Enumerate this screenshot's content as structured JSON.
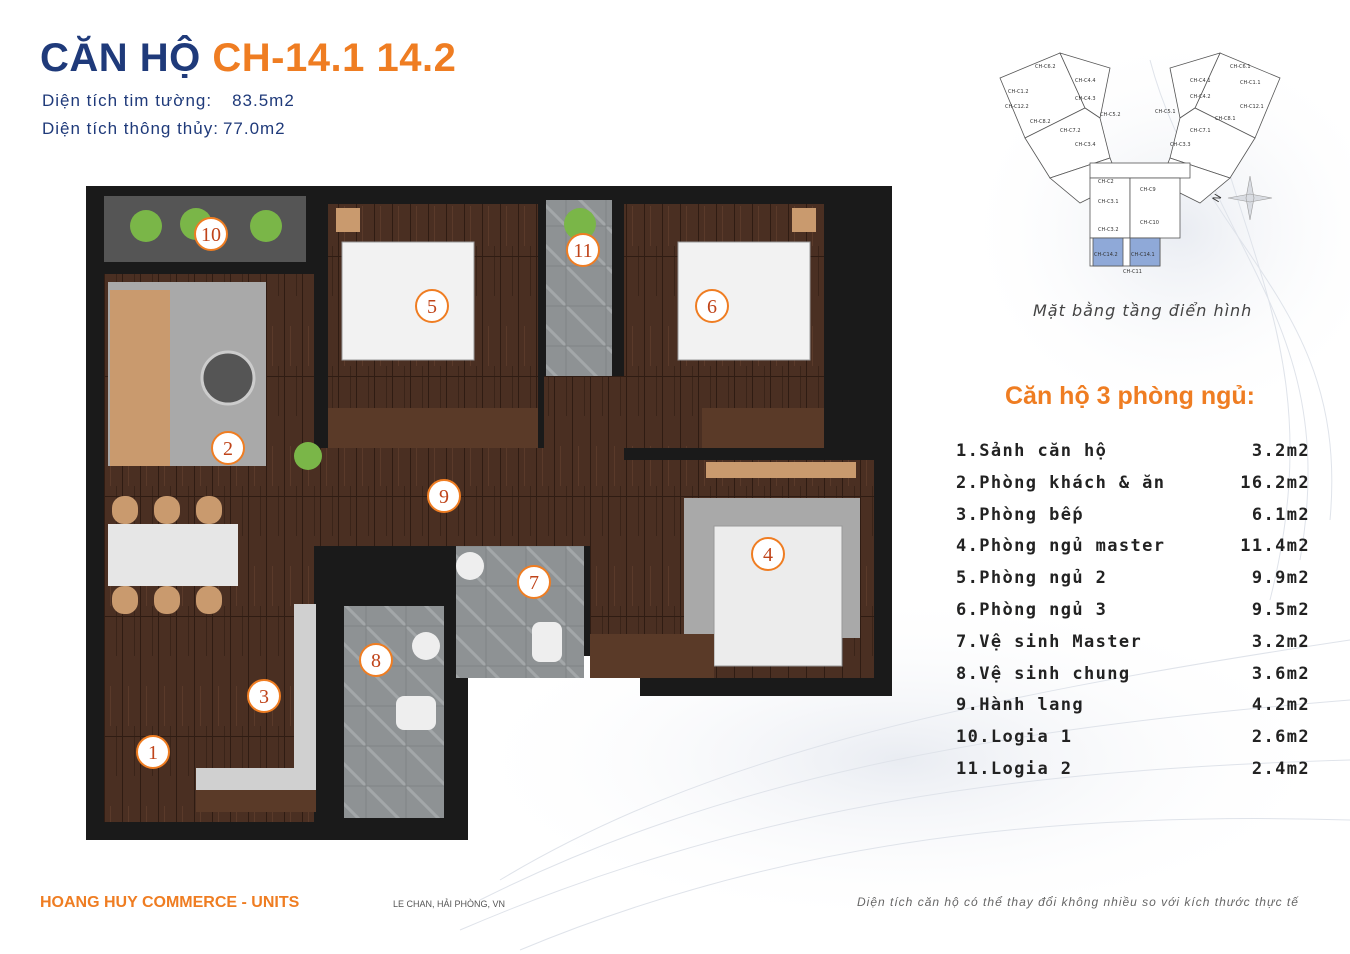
{
  "header": {
    "title_prefix": "CĂN HỘ",
    "title_code": "CH-14.1 14.2",
    "areas": [
      {
        "label": "Diện tích tim tường:",
        "value": "83.5m2"
      },
      {
        "label": "Diện tích thông thủy:",
        "value": "77.0m2"
      }
    ]
  },
  "key_plan": {
    "caption": "Mặt bằng tầng điển hình",
    "units": [
      "CH-C6.2",
      "CH-C4.4",
      "CH-C1.2",
      "CH-C12.2",
      "CH-C4.3",
      "CH-C5.2",
      "CH-C8.2",
      "CH-C7.2",
      "CH-C3.4",
      "CH-C6.1",
      "CH-C4.1",
      "CH-C1.1",
      "CH-C4.2",
      "CH-C5.1",
      "CH-C12.1",
      "CH-C8.1",
      "CH-C7.1",
      "CH-C3.3",
      "CH-C2",
      "CH-C9",
      "CH-C3.1",
      "CH-C10",
      "CH-C3.2",
      "CH-C14.2",
      "CH-C14.1",
      "CH-C11"
    ],
    "highlight_color": "#8fa9d8"
  },
  "summary": {
    "title": "Căn hộ 3 phòng ngủ:",
    "rooms": [
      {
        "name": "1.Sảnh căn hộ",
        "area": "3.2m2"
      },
      {
        "name": "2.Phòng khách & ăn",
        "area": "16.2m2"
      },
      {
        "name": "3.Phòng bếp",
        "area": "6.1m2"
      },
      {
        "name": "4.Phòng ngủ master",
        "area": "11.4m2"
      },
      {
        "name": "5.Phòng ngủ 2",
        "area": "9.9m2"
      },
      {
        "name": "6.Phòng ngủ 3",
        "area": "9.5m2"
      },
      {
        "name": "7.Vệ sinh Master",
        "area": "3.2m2"
      },
      {
        "name": "8.Vệ sinh chung",
        "area": "3.6m2"
      },
      {
        "name": "9.Hành lang",
        "area": "4.2m2"
      },
      {
        "name": "10.Logia 1",
        "area": "2.6m2"
      },
      {
        "name": "11.Logia 2",
        "area": "2.4m2"
      }
    ]
  },
  "plan": {
    "room_numbers": [
      "1",
      "2",
      "3",
      "4",
      "5",
      "6",
      "7",
      "8",
      "9",
      "10",
      "11"
    ],
    "colors": {
      "wall": "#1a1a1a",
      "floor": "#4a2f22",
      "tile": "#8e9294",
      "rug": "#a9a9a9",
      "label": "#c0441a",
      "accent": "#ef7d22",
      "brand_blue": "#1f3a7a"
    }
  },
  "footer": {
    "brand": "HOANG HUY COMMERCE - UNITS",
    "address": "LE CHAN,  HẢI PHÒNG, VN",
    "note": "Diện tích căn hộ có thể thay đổi không nhiều so với kích thước thực tế"
  }
}
